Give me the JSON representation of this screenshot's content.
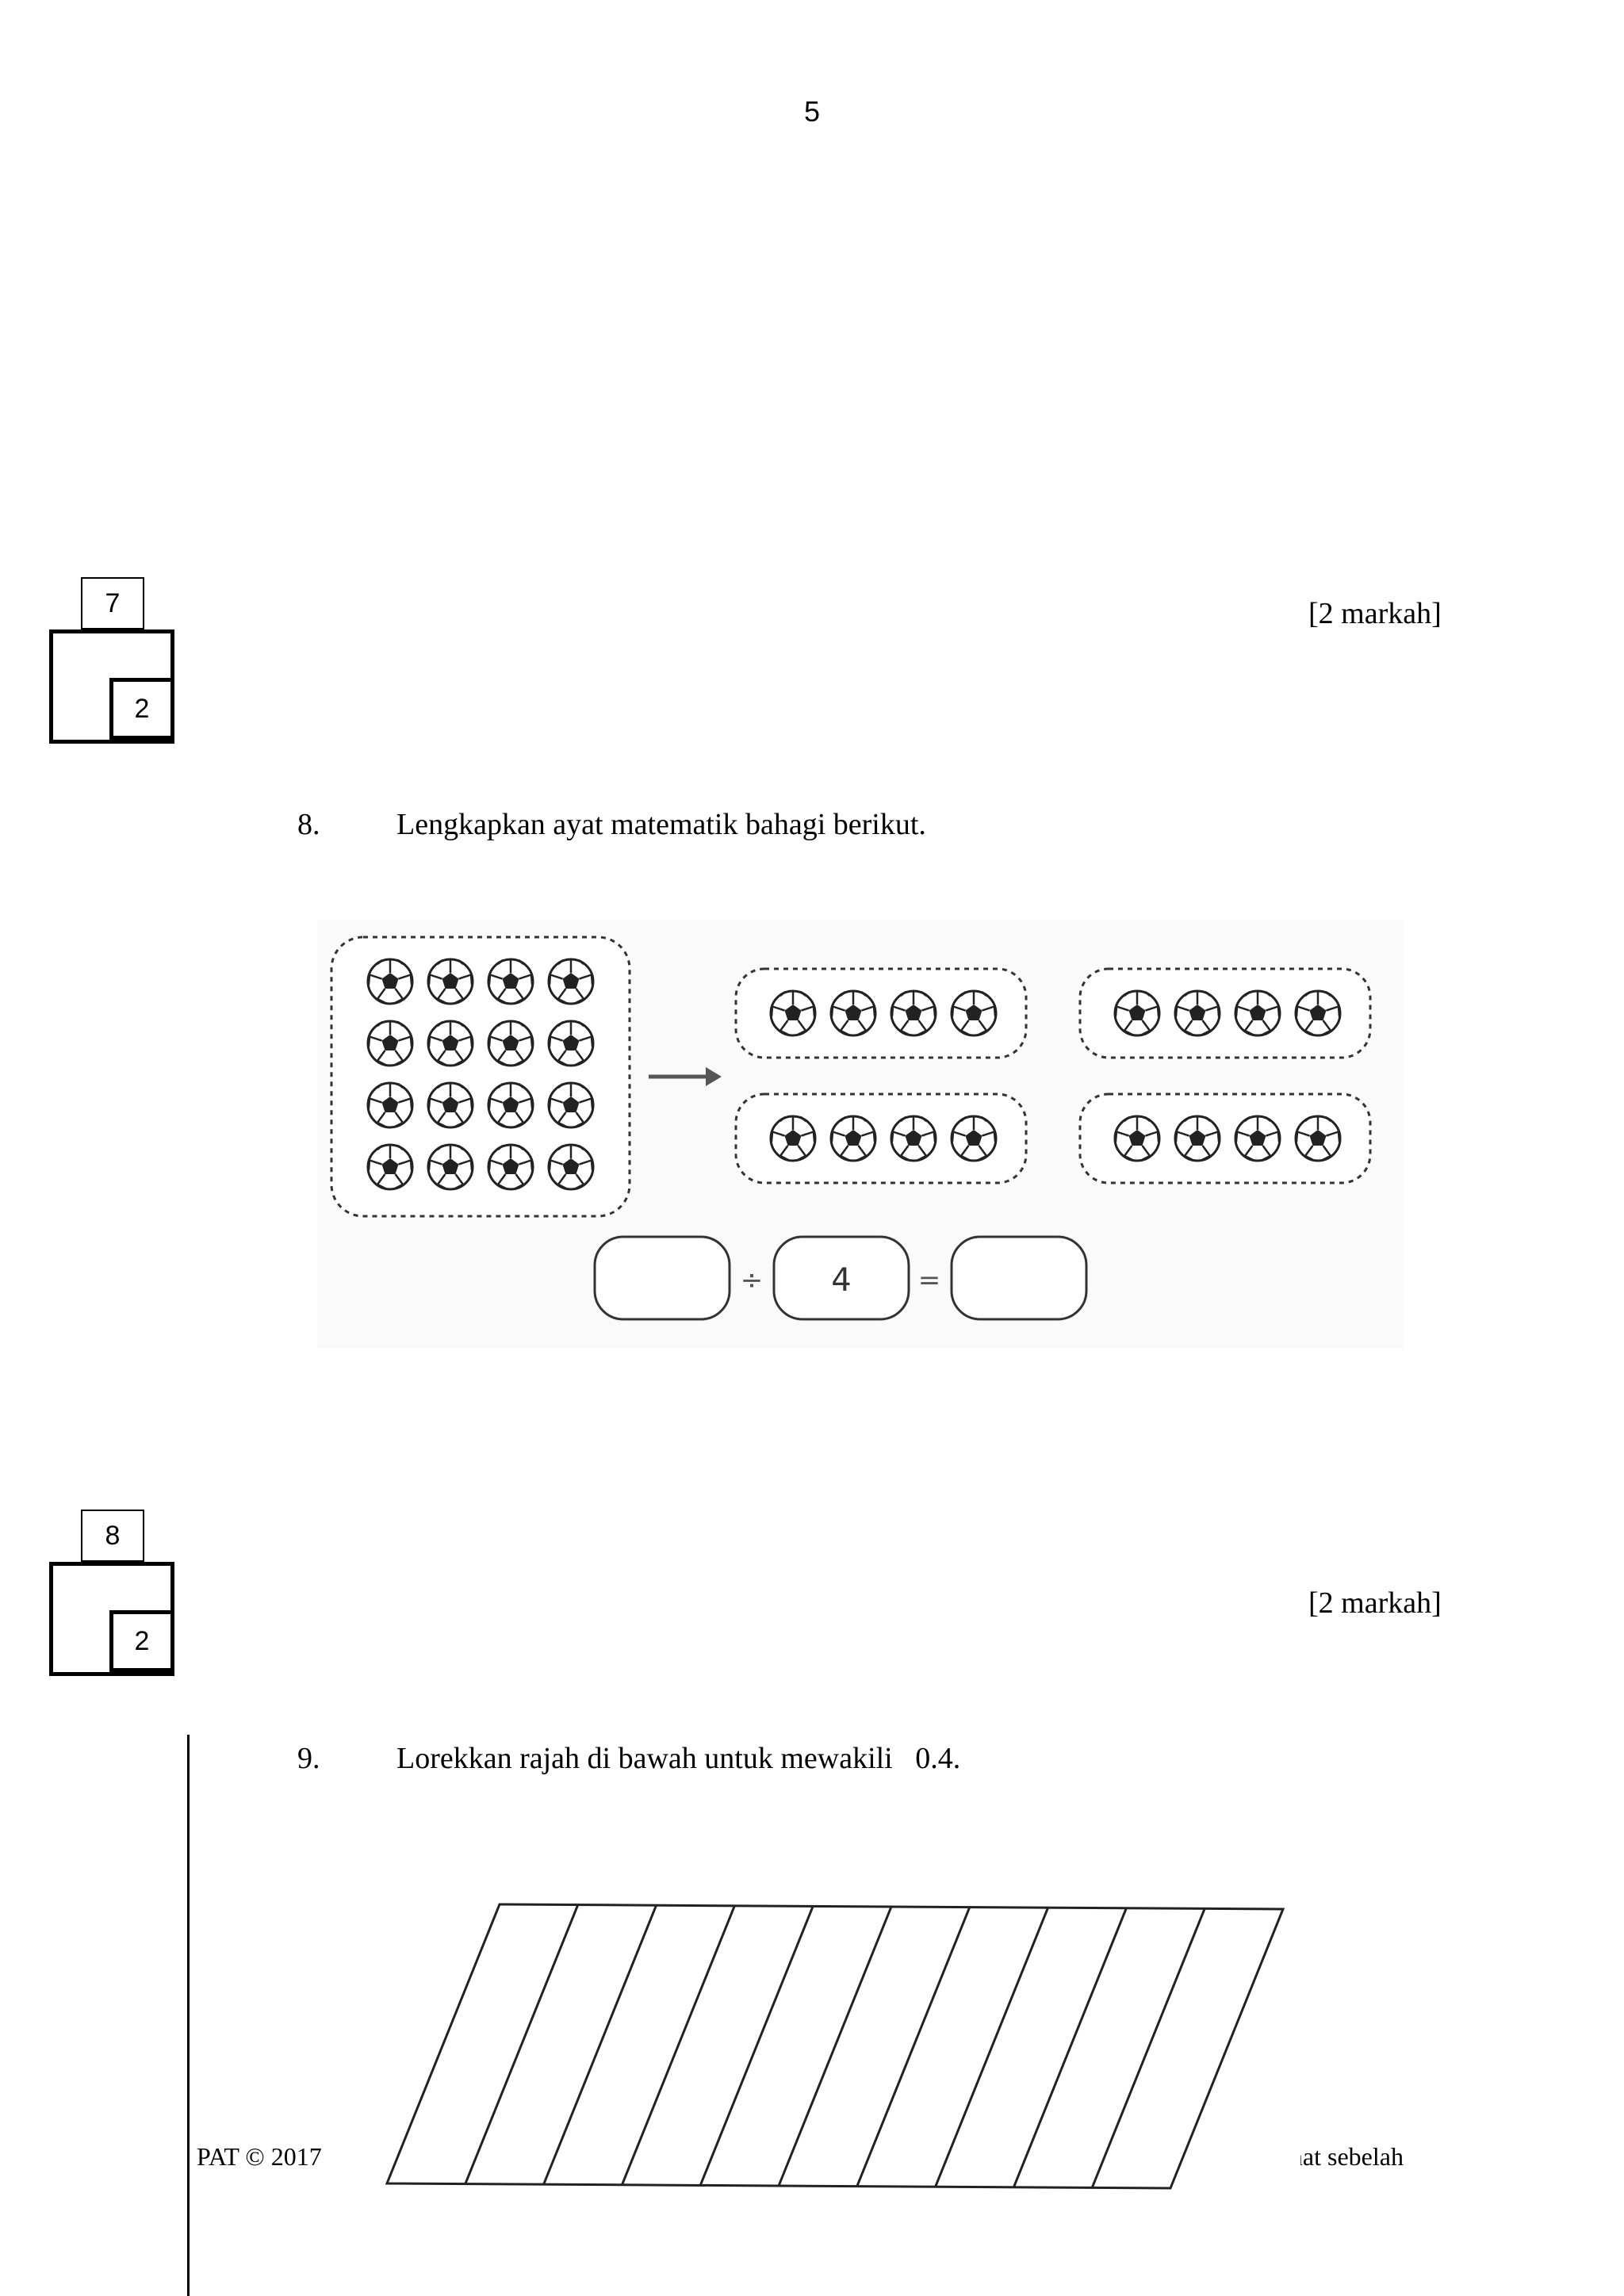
{
  "page": {
    "number": "5"
  },
  "q7": {
    "marks_label": "[2 markah]",
    "box_number": "7",
    "box_score": "2"
  },
  "q8": {
    "number": "8.",
    "text": "Lengkapkan ayat matematik bahagi berikut.",
    "marks_label": "[2 markah]",
    "box_number": "8",
    "box_score": "2",
    "figure": {
      "total_balls": 16,
      "grid_rows": 4,
      "grid_cols": 4,
      "groups": 4,
      "balls_per_group": 4,
      "equation": {
        "blank_left": "",
        "operator": "÷",
        "divisor": "4",
        "equals": "=",
        "blank_right": ""
      }
    }
  },
  "q9": {
    "number": "9.",
    "text": "Lorekkan rajah di bawah untuk mewakili",
    "value": "0.4.",
    "figure": {
      "parts": 10
    }
  },
  "footer": {
    "left": "PAT © 2017",
    "right": "ihat sebelah"
  }
}
